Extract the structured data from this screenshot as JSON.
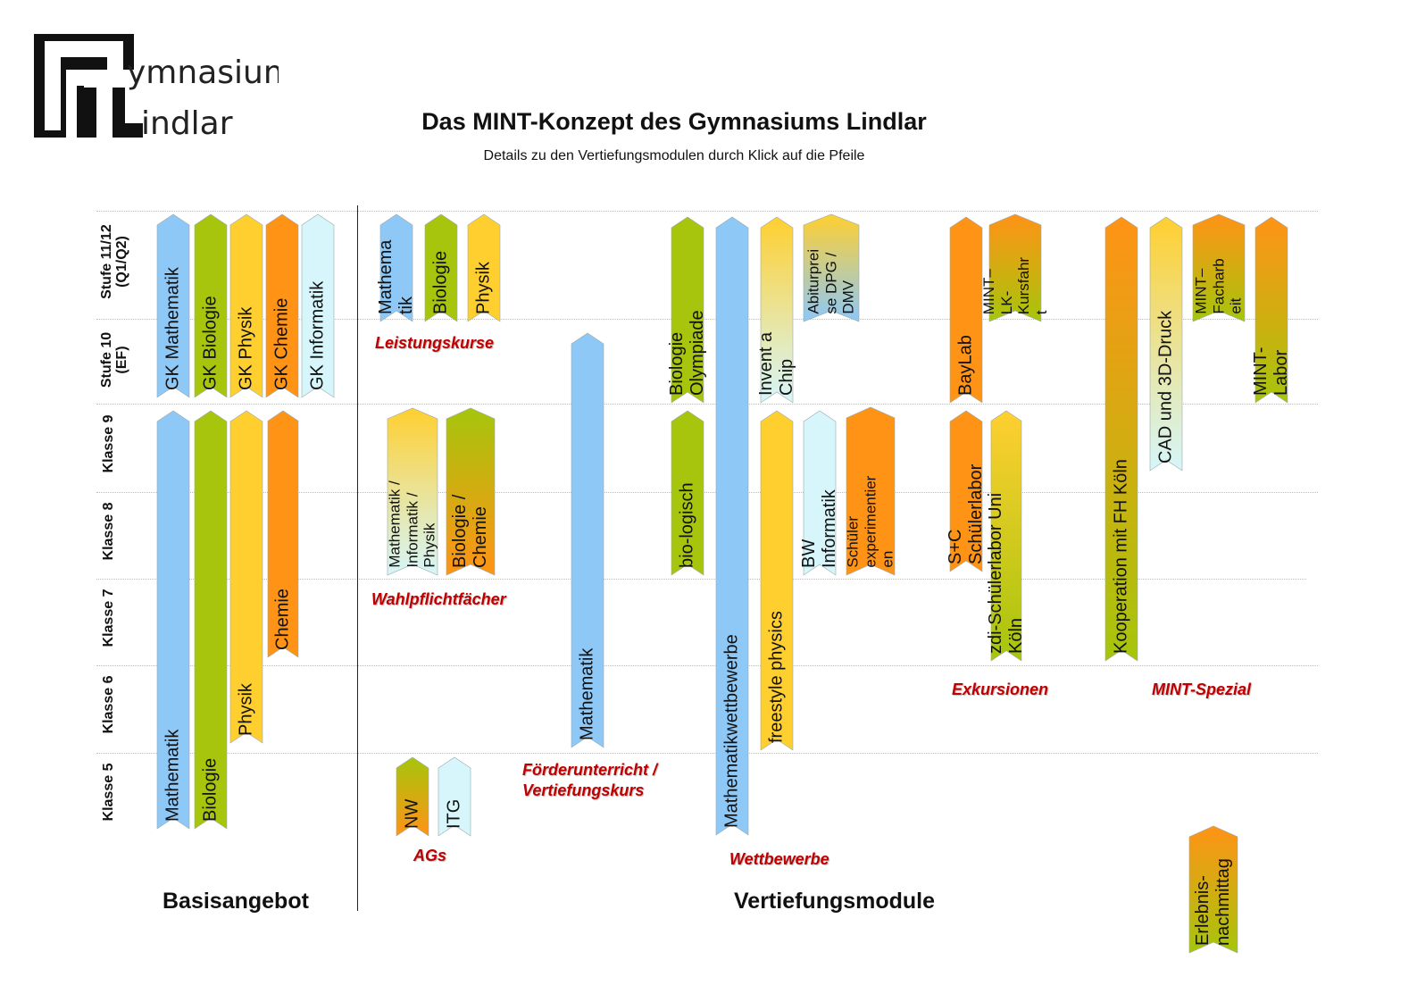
{
  "logo": {
    "line1": "ymnasium",
    "line2": "indlar",
    "big_letter_a": "G",
    "big_letter_b": "L"
  },
  "header": {
    "title": "Das MINT-Konzept des Gymnasiums Lindlar",
    "subtitle": "Details zu den Vertiefungsmodulen durch Klick auf die Pfeile"
  },
  "levels": [
    {
      "label": "Stufe 11/12\n(Q1/Q2)"
    },
    {
      "label": "Stufe 10\n(EF)"
    },
    {
      "label": "Klasse 9"
    },
    {
      "label": "Klasse 8"
    },
    {
      "label": "Klasse 7"
    },
    {
      "label": "Klasse 6"
    },
    {
      "label": "Klasse 5"
    }
  ],
  "sections": {
    "base": "Basisangebot",
    "advanced": "Vertiefungsmodule"
  },
  "categories": [
    "Leistungskurse",
    "Wahlpflichtfächer",
    "AGs",
    "Förderunterricht /\nVertiefungskurs",
    "Wettbewerbe",
    "Exkursionen",
    "MINT-Spezial"
  ],
  "colors": {
    "blue": "#8ec8f7",
    "green": "#a6c50c",
    "yellow": "#ffcf30",
    "orange": "#ff9316",
    "lightcyan": "#d6f6fb"
  },
  "modules": [
    {
      "label": "GK Mathematik",
      "fill": "blue"
    },
    {
      "label": "GK Biologie",
      "fill": "green"
    },
    {
      "label": "GK Physik",
      "fill": "yellow"
    },
    {
      "label": "GK Chemie",
      "fill": "orange"
    },
    {
      "label": "GK Informatik",
      "fill": "lightcyan"
    },
    {
      "label": "Mathematik",
      "fill": "blue"
    },
    {
      "label": "Biologie",
      "fill": "green"
    },
    {
      "label": "Physik",
      "fill": "yellow"
    },
    {
      "label": "Chemie",
      "fill": "orange"
    },
    {
      "label": "Mathema\ntik",
      "fill": "blue"
    },
    {
      "label": "Biologie",
      "fill": "green"
    },
    {
      "label": "Physik",
      "fill": "yellow"
    },
    {
      "label": "Mathematik /\nInformatik /\nPhysik",
      "fill": "grad-cyan-yellow"
    },
    {
      "label": "Biologie /\nChemie",
      "fill": "grad-orange-green"
    },
    {
      "label": "NW",
      "fill": "grad-orange-green"
    },
    {
      "label": "ITG",
      "fill": "lightcyan"
    },
    {
      "label": "Mathematik",
      "fill": "blue"
    },
    {
      "label": "Biologie\nOlympiade",
      "fill": "green"
    },
    {
      "label": "bio-logisch",
      "fill": "green"
    },
    {
      "label": "Mathematikwettbewerbe",
      "fill": "blue"
    },
    {
      "label": "Invent a\nChip",
      "fill": "grad-cyan-yellow"
    },
    {
      "label": "Abiturprei\nse DPG /\nDMV",
      "fill": "grad-blue-yellow"
    },
    {
      "label": "freestyle physics",
      "fill": "yellow"
    },
    {
      "label": "BW\nInformatik",
      "fill": "lightcyan"
    },
    {
      "label": "Schüler\nexperimentier\nen",
      "fill": "orange"
    },
    {
      "label": "BayLab",
      "fill": "orange"
    },
    {
      "label": "MINT–\nLK-\nKursfahr\nt",
      "fill": "grad-green-orange"
    },
    {
      "label": "S+C\nSchülerlabor",
      "fill": "orange"
    },
    {
      "label": "zdi-Schülerlabor Uni\nKöln",
      "fill": "grad-green-yellow"
    },
    {
      "label": "Kooperation mit FH Köln",
      "fill": "grad-green-orange"
    },
    {
      "label": "CAD und 3D-Druck",
      "fill": "grad-cyan-yellow"
    },
    {
      "label": "MINT–\nFacharb\neit",
      "fill": "grad-green-orange"
    },
    {
      "label": "MINT-\nLabor",
      "fill": "grad-green-orange"
    },
    {
      "label": "Erlebnis-\nnachmittag",
      "fill": "grad-green-orange"
    }
  ]
}
